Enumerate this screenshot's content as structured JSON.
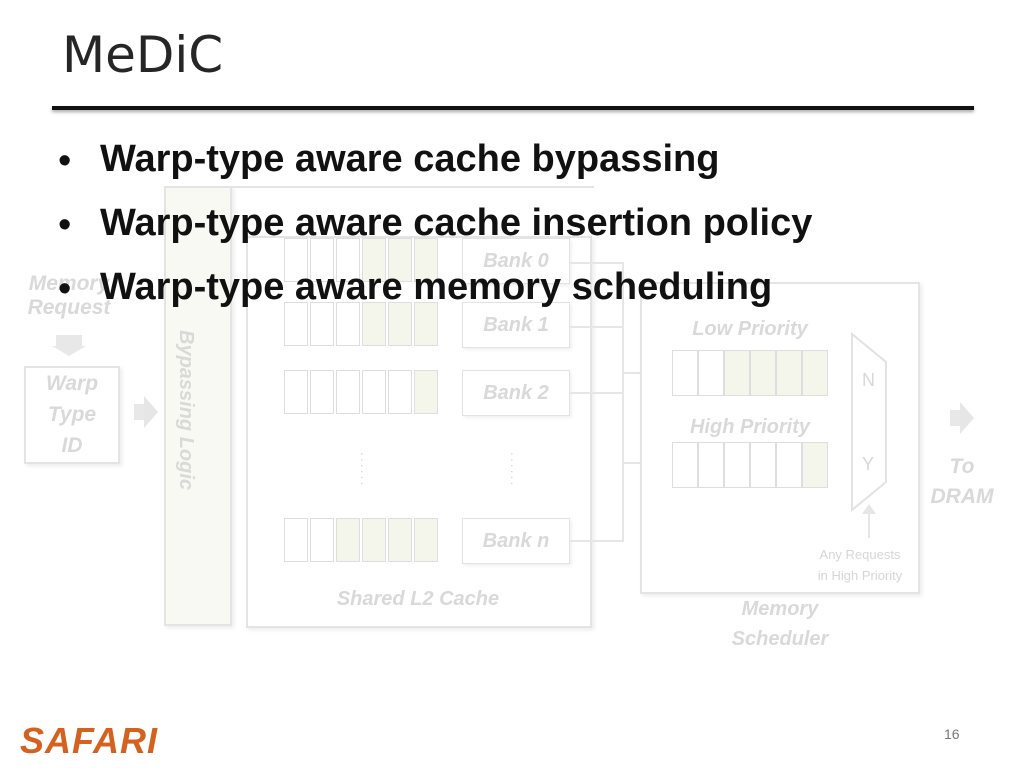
{
  "slide": {
    "title": "MeDiC",
    "bullets": [
      "Warp-type aware cache bypassing",
      "Warp-type aware cache insertion policy",
      "Warp-type aware memory scheduling"
    ],
    "logo_text": "SAFARI",
    "page_number": "16"
  },
  "diagram": {
    "memory_request": [
      "Memory",
      "Request"
    ],
    "warp_type_id": [
      "Warp",
      "Type",
      "ID"
    ],
    "bypassing_logic": "Bypassing Logic",
    "banks": [
      "Bank 0",
      "Bank 1",
      "Bank 2",
      "Bank n"
    ],
    "shared_l2_cache": "Shared L2 Cache",
    "low_priority": "Low Priority",
    "high_priority": "High Priority",
    "mux_n": "N",
    "mux_y": "Y",
    "any_requests": [
      "Any Requests",
      "in High Priority"
    ],
    "to_dram": [
      "To",
      "DRAM"
    ],
    "memory_scheduler": [
      "Memory",
      "Scheduler"
    ]
  },
  "colors": {
    "logo": "#d4621e",
    "title_rule": "#111111",
    "faded": "#d9d9d9",
    "fill_cell": "#f4f6ec"
  }
}
